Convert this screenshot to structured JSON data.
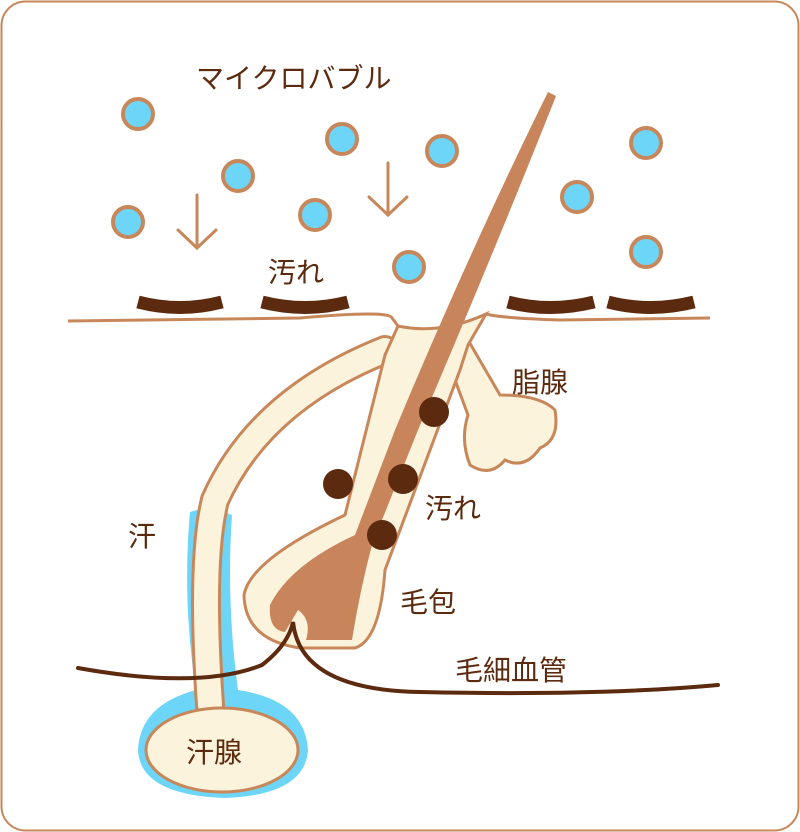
{
  "labels": {
    "microbubble": "マイクロバブル",
    "dirt_surface": "汚れ",
    "sebaceous_gland": "脂腺",
    "dirt_follicle": "汚れ",
    "sweat": "汗",
    "hair_follicle": "毛包",
    "capillary": "毛細血管",
    "sweat_gland": "汗腺"
  },
  "colors": {
    "border": "#c8875a",
    "cream": "#fbf3dc",
    "hair": "#c8845a",
    "dirt": "#5c2a0e",
    "bubble": "#6dd5f7",
    "sweat": "#6dd5f7"
  }
}
